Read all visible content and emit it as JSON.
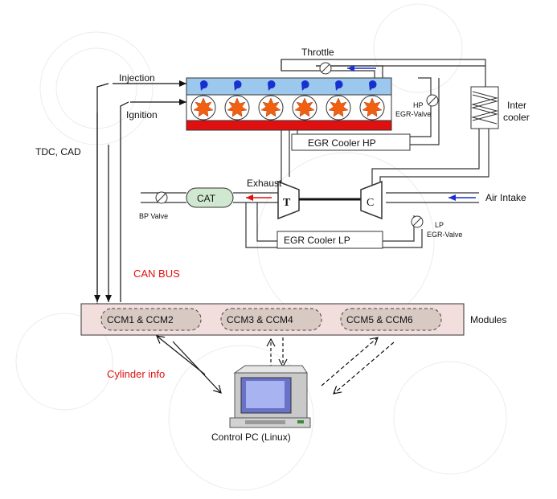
{
  "labels": {
    "throttle": "Throttle",
    "injection": "Injection",
    "ignition": "Ignition",
    "tdc_cad": "TDC, CAD",
    "hp_egr_valve_1": "HP",
    "hp_egr_valve_2": "EGR-Valve",
    "intercooler_1": "Inter",
    "intercooler_2": "cooler",
    "egr_cooler_hp": "EGR Cooler HP",
    "exhaust": "Exhaust",
    "cat": "CAT",
    "turbine": "T",
    "compressor": "C",
    "air_intake": "Air Intake",
    "bp_valve": "BP Valve",
    "lp_egr_valve_1": "LP",
    "lp_egr_valve_2": "EGR-Valve",
    "egr_cooler_lp": "EGR Cooler LP",
    "can_bus": "CAN BUS",
    "modules": "Modules",
    "ccm12": "CCM1 & CCM2",
    "ccm34": "CCM3 & CCM4",
    "ccm56": "CCM5 & CCM6",
    "cylinder_info": "Cylinder info",
    "control_pc": "Control PC (Linux)"
  },
  "colors": {
    "accent_red": "#e01010",
    "flow_blue": "#1a2fd0",
    "cylinder_blue": "#9cc8ee",
    "combustion_orange": "#f06010",
    "module_bar": "#f3dede",
    "cat_green": "#cfe8cf"
  }
}
